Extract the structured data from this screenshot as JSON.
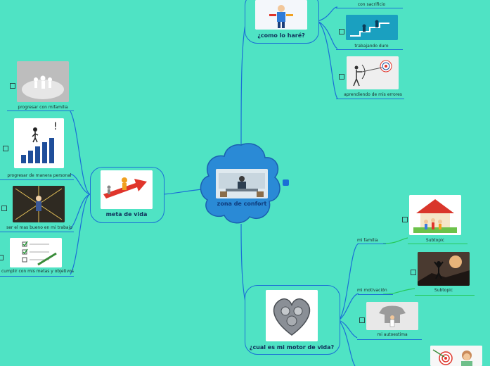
{
  "central": {
    "title": "zona de confort"
  },
  "left_branch": {
    "title": "meta de vida",
    "items": [
      {
        "label": "progresar con mifamilia"
      },
      {
        "label": "progresar de manera personal"
      },
      {
        "label": "ser el mas bueno en mi trabajo"
      },
      {
        "label": "cumplir con mis metas y objetivos"
      }
    ]
  },
  "top_branch": {
    "title": "¿como lo haré?",
    "items": [
      {
        "label": "con sacrificio"
      },
      {
        "label": "trabajando duro"
      },
      {
        "label": "aprendiendo de mis errores"
      }
    ]
  },
  "bottom_branch": {
    "title": "¿cual es mi motor de vida?",
    "items": [
      {
        "label": "mi familia",
        "sub": "Subtopic"
      },
      {
        "label": "mi motivación",
        "sub": "Subtopic"
      },
      {
        "label": "mi autoestima"
      }
    ]
  },
  "colors": {
    "background": "#4fe3c4",
    "accent": "#1a6fd6",
    "cloud": "#2a8ad6",
    "green_line": "#25c95a"
  }
}
